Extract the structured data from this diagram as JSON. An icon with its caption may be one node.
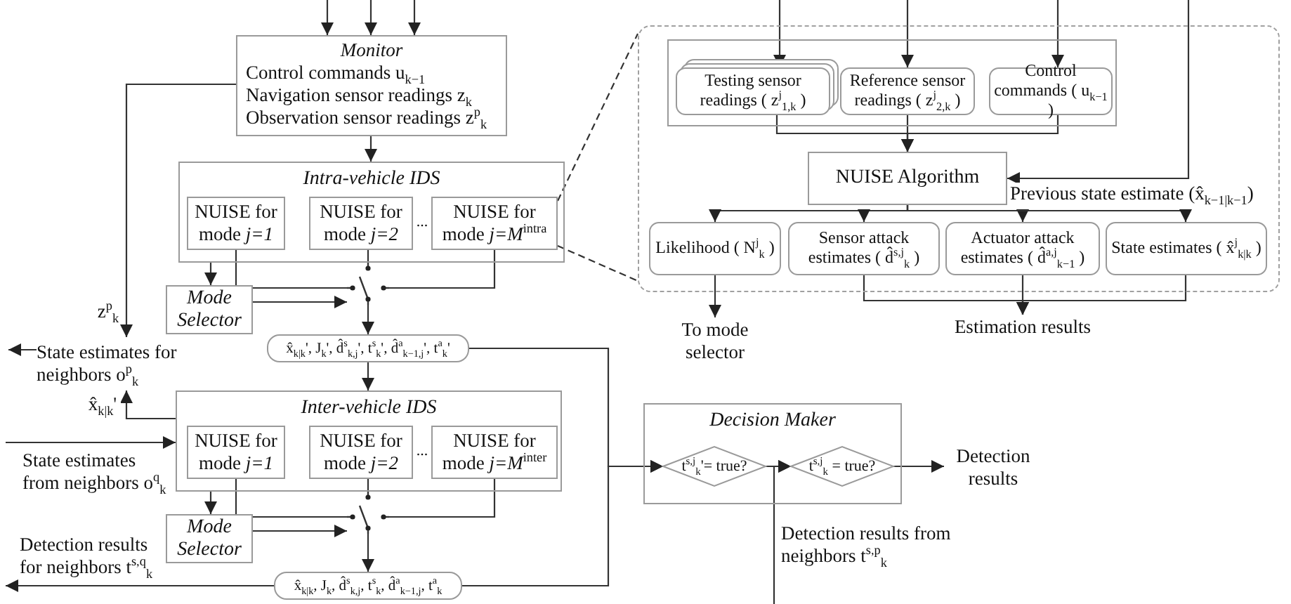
{
  "diagram": {
    "nodes": [
      {
        "text": [
          "Monitor",
          "Control commands u$_{k−1}$",
          "Navigation sensor readings z$_{k}$",
          "Observation sensor readings z$^{p}$$_{k}$"
        ]
      },
      {
        "text": [
          "Intra-vehicle IDS"
        ]
      },
      {
        "text": [
          "NUISE for mode *j=1*"
        ],
        "in": 1
      },
      {
        "text": [
          "NUISE for mode *j=2*"
        ],
        "in": 1
      },
      {
        "text": [
          "NUISE for mode *j=M*$^{intra}$"
        ],
        "in": 1
      },
      {
        "text": [
          "Mode Selector"
        ]
      },
      {
        "text": [],
        "shape": "switch"
      },
      {
        "text": [
          "x̂$_{k|k}$', J$_{k}$', d̂$^{s}$$_{k,j}$', t$^{s}$$_{k}$', d̂$^{a}$$_{k−1,j}$', t$^{a}$$_{k}$'"
        ]
      },
      {
        "text": [
          "State estimates for neighbors o$^{p}$$_{k}$"
        ]
      },
      {
        "text": [
          "Inter-vehicle IDS"
        ]
      },
      {
        "text": [
          "NUISE for mode *j=1*"
        ],
        "in": 9
      },
      {
        "text": [
          "NUISE for mode *j=2*"
        ],
        "in": 9
      },
      {
        "text": [
          "NUISE for mode *j=M*$^{inter}$"
        ],
        "in": 9
      },
      {
        "text": [
          "Mode Selector"
        ]
      },
      {
        "text": [],
        "shape": "switch"
      },
      {
        "text": [
          "x̂$_{k|k}$, J$_{k}$, d̂$^{s}$$_{k,j}$, t$^{s}$$_{k}$, d̂$^{a}$$_{k−1,j}$, t$^{a}$$_{k}$"
        ]
      },
      {
        "text": [],
        "shape": "box"
      },
      {
        "text": [],
        "shape": "box",
        "in": 16
      },
      {
        "text": [
          "Testing sensor readings ( z$^{j}$$_{1,k}$ )"
        ],
        "in": 17
      },
      {
        "text": [
          "Reference sensor readings ( z$^{j}$$_{2,k}$ )"
        ],
        "in": 17
      },
      {
        "text": [
          "Control commands ( u$_{k−1}$ )"
        ],
        "in": 17
      },
      {
        "text": [
          "NUISE Algorithm"
        ],
        "in": 16
      },
      {
        "text": [
          "Likelihood ( N$^{j}$$_{k}$ )"
        ],
        "in": 16
      },
      {
        "text": [
          "Sensor attack estimates ( d̂$^{s,j}$$_{k}$ )"
        ],
        "in": 16
      },
      {
        "text": [
          "Actuator attack estimates ( d̂$^{a,j}$$_{k−1}$ )"
        ],
        "in": 16
      },
      {
        "text": [
          "State estimates ( x̂$^{j}$$_{k|k}$ )"
        ],
        "in": 16
      },
      {
        "text": [
          "To mode selector"
        ]
      },
      {
        "text": [
          "Estimation results"
        ]
      },
      {
        "text": [
          "Decision Maker"
        ]
      },
      {
        "text": [
          "t$^{s,j}$$_{k}$'= true?"
        ],
        "in": 28
      },
      {
        "text": [
          "t$^{s,j}$$_{k}$ = true?"
        ],
        "in": 28
      },
      {
        "text": [
          "Detection results"
        ]
      }
    ],
    "edges": [
      {
        "from": null,
        "to": 0,
        "arrow": "to"
      },
      {
        "from": null,
        "to": 0,
        "arrow": "to"
      },
      {
        "from": null,
        "to": 0,
        "arrow": "to"
      },
      {
        "from": 0,
        "to": 1,
        "arrow": "to"
      },
      {
        "from": 0,
        "to": 8,
        "arrow": "to",
        "label": "z$^{p}$$_{k}$"
      },
      {
        "from": 1,
        "to": 5,
        "arrow": "to"
      },
      {
        "from": 2,
        "to": 6,
        "arrow": "none"
      },
      {
        "from": 3,
        "to": 6,
        "arrow": "none"
      },
      {
        "from": 4,
        "to": 6,
        "arrow": "none"
      },
      {
        "from": 5,
        "to": 6,
        "arrow": "to"
      },
      {
        "from": 6,
        "to": 7,
        "arrow": "to"
      },
      {
        "from": 8,
        "to": null,
        "arrow": "to"
      },
      {
        "from": 7,
        "to": 9,
        "arrow": "to"
      },
      {
        "from": 9,
        "to": 8,
        "arrow": "to",
        "label": "x̂$_{k|k}$'"
      },
      {
        "from": null,
        "to": 9,
        "arrow": "to",
        "label": "State estimates from neighbors o$^{q}$$_{k}$"
      },
      {
        "from": 9,
        "to": 13,
        "arrow": "to"
      },
      {
        "from": 10,
        "to": 14,
        "arrow": "none"
      },
      {
        "from": 11,
        "to": 14,
        "arrow": "none"
      },
      {
        "from": 12,
        "to": 14,
        "arrow": "none"
      },
      {
        "from": 13,
        "to": 14,
        "arrow": "to"
      },
      {
        "from": 14,
        "to": 15,
        "arrow": "to"
      },
      {
        "from": 15,
        "to": null,
        "arrow": "to",
        "label": "Detection results for neighbors t$^{s,q}$$_{k}$"
      },
      {
        "from": 7,
        "to": 29,
        "arrow": "to"
      },
      {
        "from": 15,
        "to": 29,
        "arrow": "to"
      },
      {
        "from": 4,
        "to": 16,
        "arrow": "none",
        "style": "dashed"
      },
      {
        "from": 4,
        "to": 16,
        "arrow": "none",
        "style": "dashed"
      },
      {
        "from": null,
        "to": 18,
        "arrow": "to"
      },
      {
        "from": null,
        "to": 19,
        "arrow": "to"
      },
      {
        "from": null,
        "to": 20,
        "arrow": "to"
      },
      {
        "from": null,
        "to": 21,
        "arrow": "to",
        "label": "Previous state estimate (x̂$_{k−1|k−1}$)"
      },
      {
        "from": 18,
        "to": 21,
        "arrow": "to"
      },
      {
        "from": 19,
        "to": 21,
        "arrow": "to"
      },
      {
        "from": 20,
        "to": 21,
        "arrow": "to"
      },
      {
        "from": 21,
        "to": 22,
        "arrow": "to"
      },
      {
        "from": 21,
        "to": 23,
        "arrow": "to"
      },
      {
        "from": 21,
        "to": 24,
        "arrow": "to"
      },
      {
        "from": 21,
        "to": 25,
        "arrow": "to"
      },
      {
        "from": 22,
        "to": 26,
        "arrow": "to"
      },
      {
        "from": 23,
        "to": 27,
        "arrow": "to"
      },
      {
        "from": 24,
        "to": 27,
        "arrow": "to"
      },
      {
        "from": 25,
        "to": 27,
        "arrow": "to"
      },
      {
        "from": 29,
        "to": 30,
        "arrow": "to"
      },
      {
        "from": null,
        "to": 30,
        "arrow": "to",
        "label": "Detection results from neighbors t$^{s,p}$$_{k}$"
      },
      {
        "from": 30,
        "to": 31,
        "arrow": "to"
      }
    ],
    "labels": [
      "...",
      "..."
    ]
  }
}
